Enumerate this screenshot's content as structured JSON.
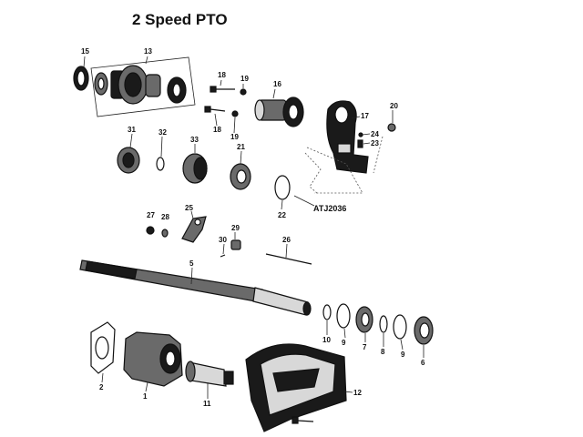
{
  "title": "2 Speed PTO",
  "drawing_code": "ATJ2036",
  "callouts": [
    "15",
    "13",
    "18",
    "19",
    "16",
    "17",
    "20",
    "18",
    "19",
    "24",
    "23",
    "31",
    "32",
    "33",
    "21",
    "22",
    "27",
    "28",
    "25",
    "29",
    "30",
    "26",
    "5",
    "10",
    "9",
    "7",
    "8",
    "9",
    "6",
    "2",
    "1",
    "11",
    "12"
  ]
}
